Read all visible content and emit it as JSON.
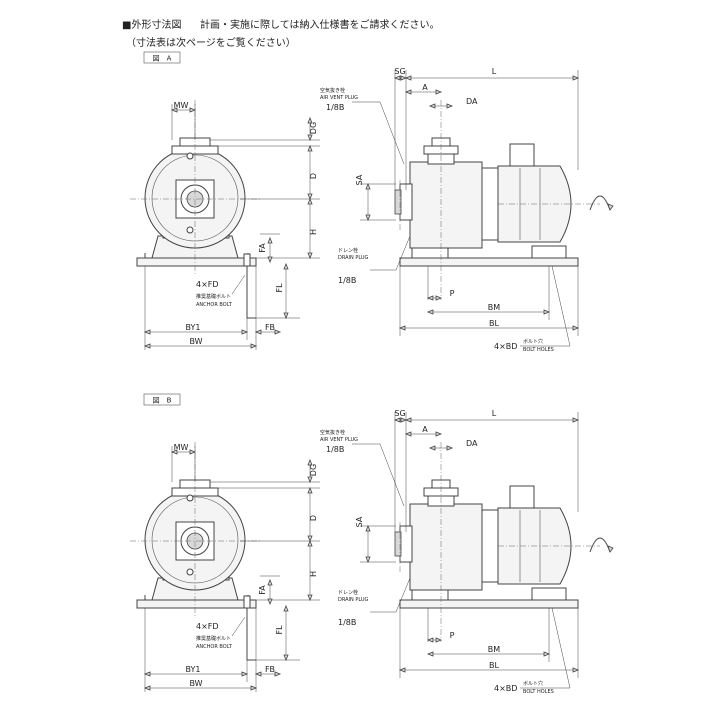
{
  "header": {
    "title": "■外形寸法図",
    "note": "計画・実施に際しては納入仕様書をご請求ください。",
    "sub": "（寸法表は次ページをご覧ください）"
  },
  "figures": [
    {
      "tag": "図　A",
      "labels": {
        "mw": "MW",
        "dg": "DG",
        "d": "D",
        "h": "H",
        "fa": "FA",
        "fl": "FL",
        "fd": "4×FD",
        "anchor_jp": "推奨基礎ボルト",
        "anchor_en": "ANCHOR BOLT",
        "by1": "BY1",
        "fb": "FB",
        "bw": "BW",
        "sg": "SG",
        "a": "A",
        "l": "L",
        "da": "DA",
        "sa": "SA",
        "vent_jp": "空気抜き栓",
        "vent_en": "AIR VENT PLUG",
        "vent_size": "1/8B",
        "drain_jp": "ドレン栓",
        "drain_en": "DRAIN PLUG",
        "drain_size": "1/8B",
        "p": "P",
        "bm": "BM",
        "bl": "BL",
        "bd": "4×BD",
        "bolt_jp": "ボルト穴",
        "bolt_en": "BOLT HOLES"
      }
    },
    {
      "tag": "図　B",
      "labels": {
        "mw": "MW",
        "dg": "DG",
        "d": "D",
        "h": "H",
        "fa": "FA",
        "fl": "FL",
        "fd": "4×FD",
        "anchor_jp": "推奨基礎ボルト",
        "anchor_en": "ANCHOR BOLT",
        "by1": "BY1",
        "fb": "FB",
        "bw": "BW",
        "sg": "SG",
        "a": "A",
        "l": "L",
        "da": "DA",
        "sa": "SA",
        "vent_jp": "空気抜き栓",
        "vent_en": "AIR VENT PLUG",
        "vent_size": "1/8B",
        "drain_jp": "ドレン栓",
        "drain_en": "DRAIN PLUG",
        "drain_size": "1/8B",
        "p": "P",
        "bm": "BM",
        "bl": "BL",
        "bd": "4×BD",
        "bolt_jp": "ボルト穴",
        "bolt_en": "BOLT HOLES"
      }
    }
  ]
}
